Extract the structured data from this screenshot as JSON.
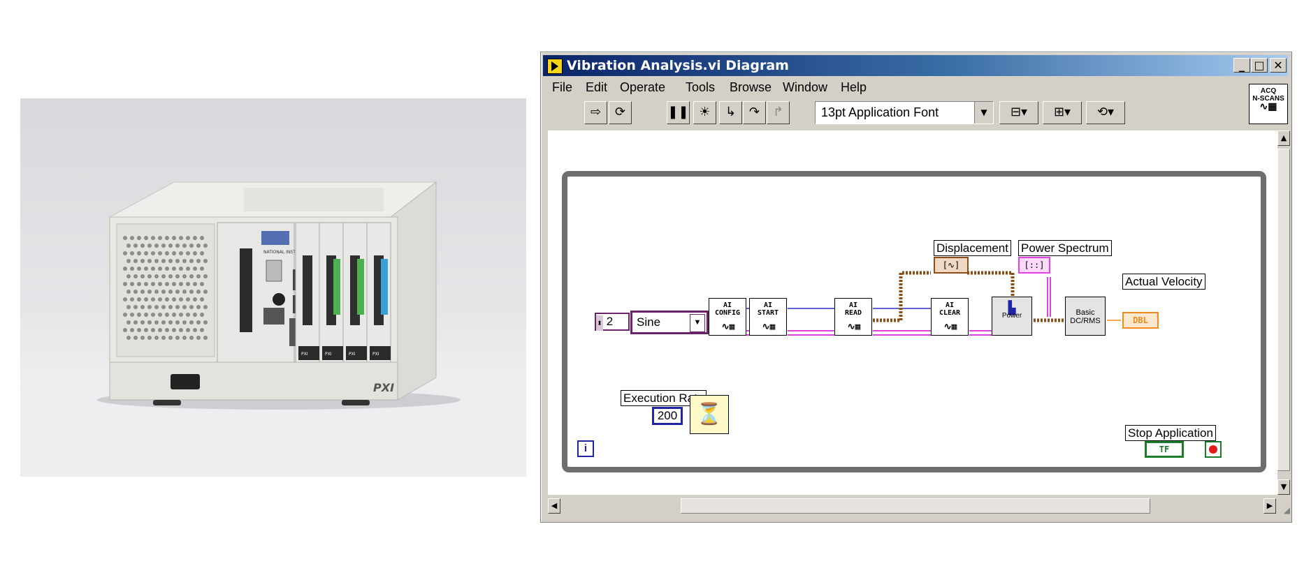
{
  "window": {
    "title": "Vibration Analysis.vi Diagram",
    "caption_buttons": [
      "_",
      "□",
      "✕"
    ]
  },
  "menu": [
    "File",
    "Edit",
    "Operate",
    "Tools",
    "Browse",
    "Window",
    "Help"
  ],
  "toolbar": {
    "font_value": "13pt Application Font"
  },
  "vi_icon": {
    "line1": "ACQ",
    "line2": "N-SCANS"
  },
  "diagram": {
    "numeric_constant": "2",
    "ring_value": "Sine",
    "nodes": [
      {
        "id": "ai-config",
        "line1": "AI",
        "line2": "CONFIG"
      },
      {
        "id": "ai-start",
        "line1": "AI",
        "line2": "START"
      },
      {
        "id": "ai-read",
        "line1": "AI",
        "line2": "READ"
      },
      {
        "id": "ai-clear",
        "line1": "AI",
        "line2": "CLEAR"
      },
      {
        "id": "power",
        "line1": "Power",
        "line2": ""
      },
      {
        "id": "basic-dc-rms",
        "line1": "Basic",
        "line2": "DC/RMS"
      }
    ],
    "labels": {
      "displacement": "Displacement",
      "power_spectrum": "Power Spectrum",
      "actual_velocity": "Actual Velocity",
      "execution_rate": "Execution Rate",
      "stop_application": "Stop Application"
    },
    "execution_rate_value": "200",
    "actual_velocity_terminal": "DBL",
    "stop_terminal": "TF",
    "loop_iteration": "i"
  },
  "photo": {
    "brand": "NATIONAL INSTRUMENTS",
    "chassis_mark": "PXI",
    "module_labels": [
      "PXI",
      "PXI",
      "PXI",
      "PXI"
    ]
  },
  "colors": {
    "title_start": "#0a246a",
    "title_end": "#a6caf0",
    "chrome": "#d4d0c8",
    "loop_border": "#6e6e6e",
    "enum_purple": "#6b2469",
    "daq_wire_magenta": "#e23fe0",
    "waveform_wire_brown": "#8a4f18",
    "dbl_orange": "#f08a1c",
    "int_blue": "#1f24a6",
    "bool_green": "#1c7d2a"
  }
}
